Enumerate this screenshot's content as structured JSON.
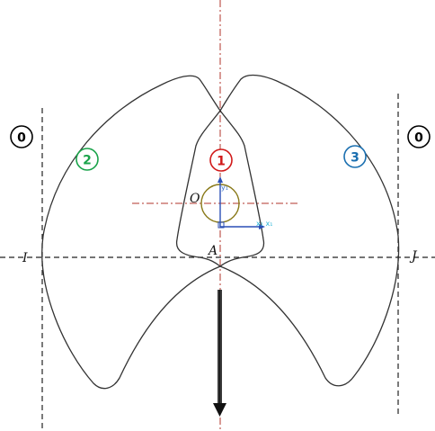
{
  "points": {
    "O": "O",
    "A": "A",
    "I": "I",
    "J": "J"
  },
  "badges": [
    {
      "id": "0",
      "text": "0",
      "color": "#000000"
    },
    {
      "id": "1",
      "text": "1",
      "color": "#d11a1a"
    },
    {
      "id": "2",
      "text": "2",
      "color": "#1aa34a"
    },
    {
      "id": "3",
      "text": "3",
      "color": "#1a6fb0"
    },
    {
      "id": "0b",
      "text": "0",
      "color": "#000000"
    }
  ],
  "axes": {
    "x_label": "x₁ x₁",
    "y_label": "y₁",
    "y_color": "#3a73c8",
    "x_color": "#29b6d8"
  },
  "colors": {
    "outline": "#333333",
    "centerline": "#b2362b",
    "dashed": "#222222",
    "circle": "#8a7a1a",
    "axis": "#2a4fb5",
    "arrow": "#111111"
  }
}
